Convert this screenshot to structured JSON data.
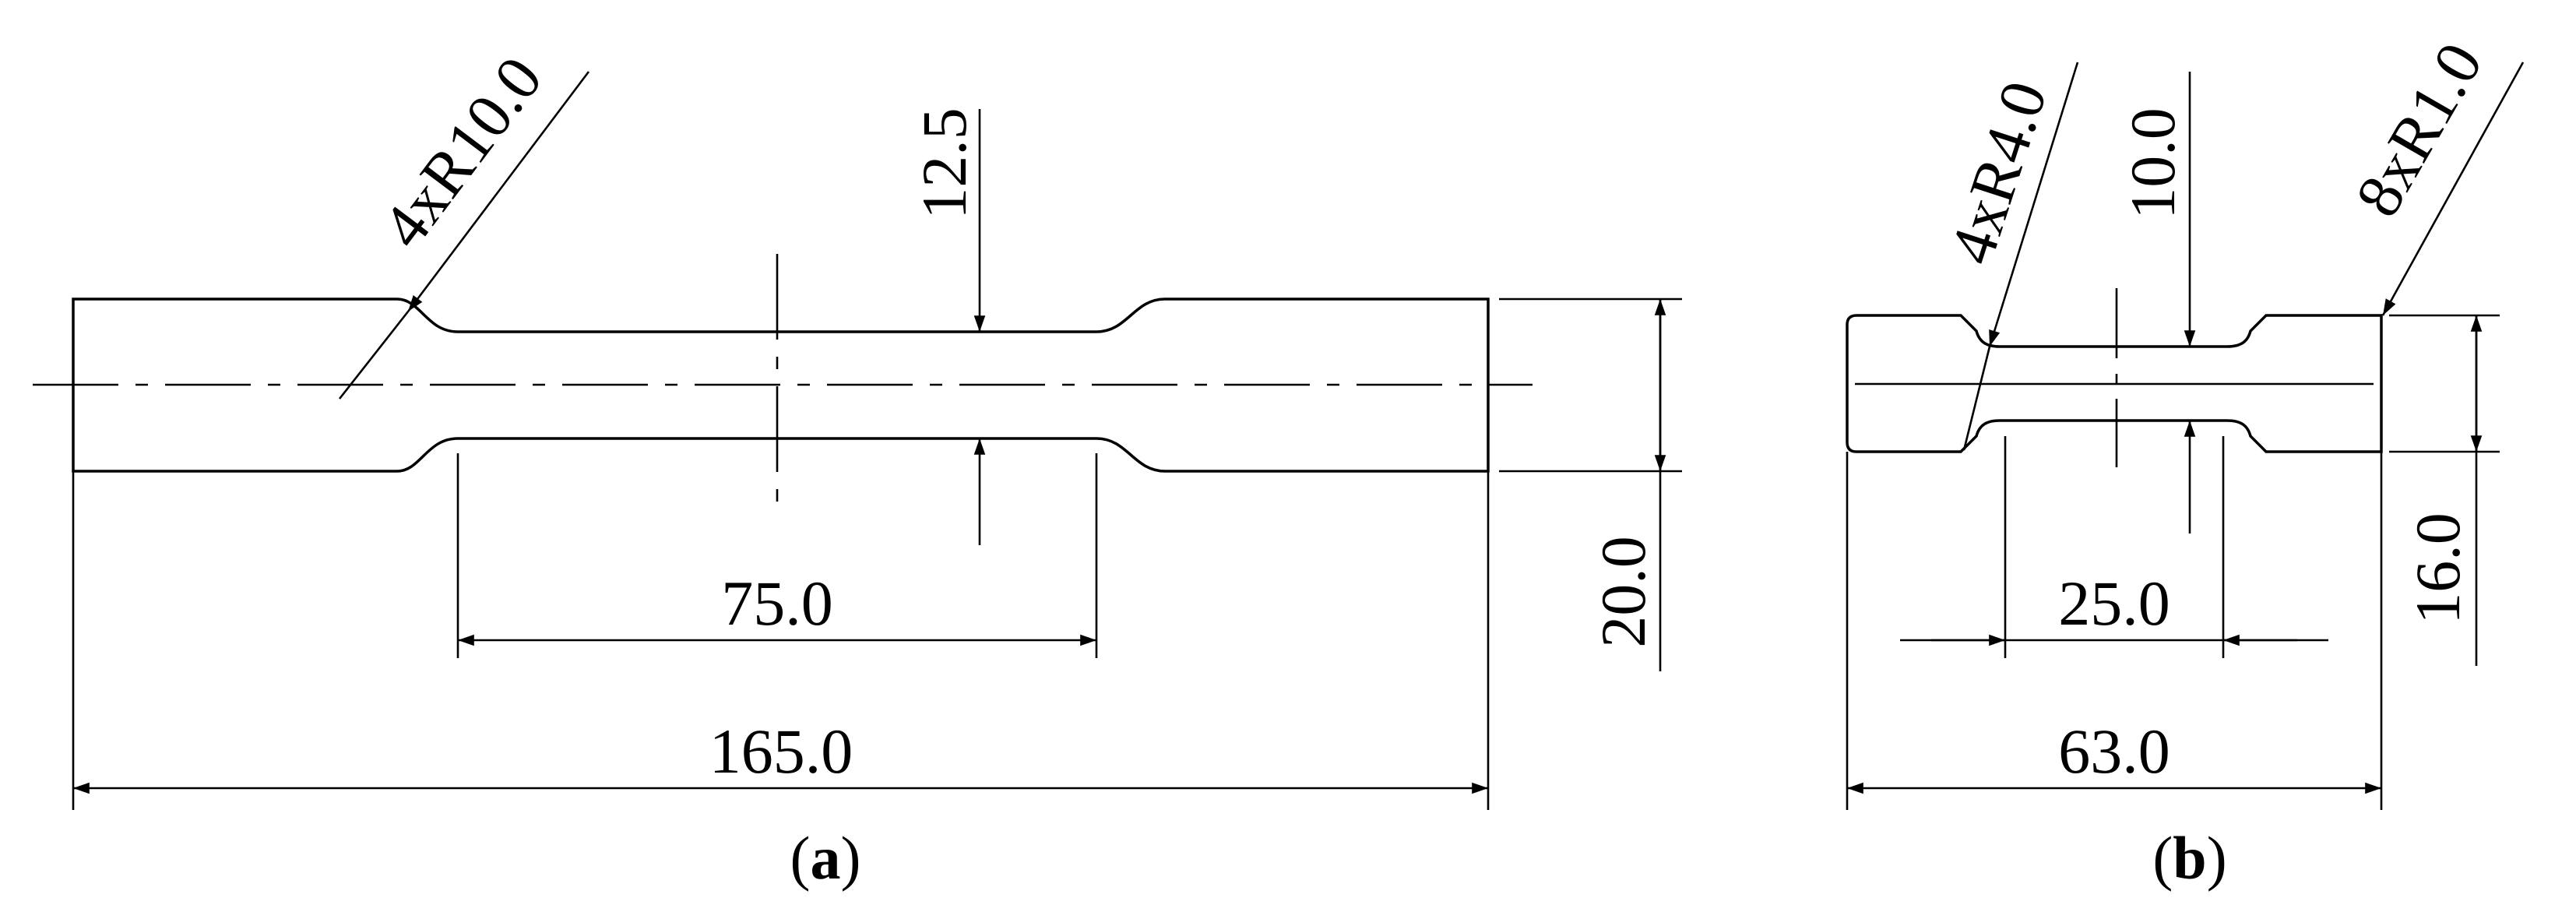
{
  "figure_a": {
    "caption_open": "(",
    "caption_letter": "a",
    "caption_close": ")",
    "dims": {
      "radius": "4xR10.0",
      "gauge_width": "12.5",
      "gauge_length": "75.0",
      "overall_length": "165.0",
      "grip_width": "20.0"
    }
  },
  "figure_b": {
    "caption_open": "(",
    "caption_letter": "b",
    "caption_close": ")",
    "dims": {
      "radius_inner": "4xR4.0",
      "radius_outer": "8xR1.0",
      "gauge_width": "10.0",
      "gauge_length": "25.0",
      "overall_length": "63.0",
      "grip_width": "16.0"
    }
  }
}
